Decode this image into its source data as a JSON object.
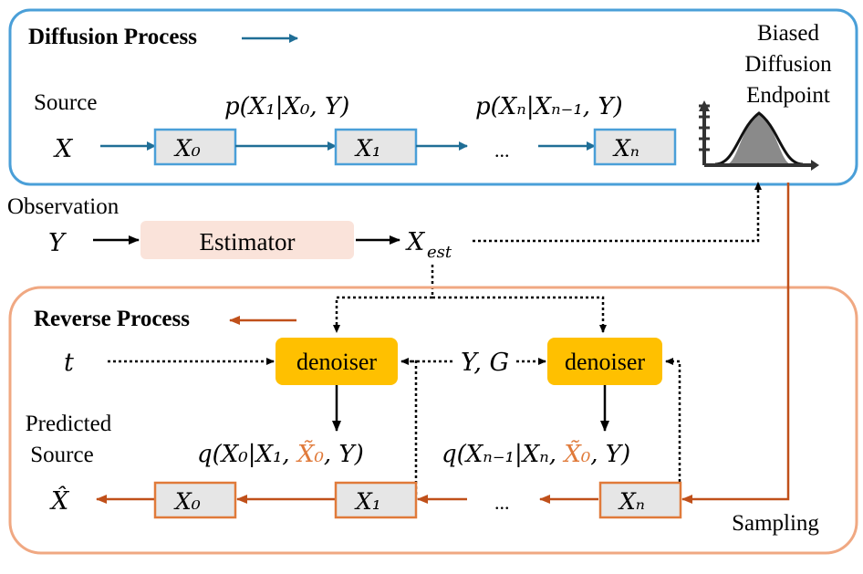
{
  "diffusion": {
    "title": "Diffusion Process",
    "source_label": "Source",
    "x_symbol": "X",
    "trans1_expr": "p(X₁|X₀, Y)",
    "transn_expr": "p(Xₙ|Xₙ₋₁, Y)",
    "box_x0": "X₀",
    "box_x1": "X₁",
    "box_xn": "Xₙ",
    "ellipsis": "...",
    "endpoint_line1": "Biased",
    "endpoint_line2": "Diffusion",
    "endpoint_line3": "Endpoint"
  },
  "observation": {
    "label": "Observation",
    "y_symbol": "Y",
    "estimator_label": "Estimator",
    "xest_symbol": "X_est"
  },
  "reverse": {
    "title": "Reverse Process",
    "t_symbol": "t",
    "denoiser1": "denoiser",
    "denoiser2": "denoiser",
    "yg_label": "Y, G",
    "predicted_line1": "Predicted",
    "predicted_line2": "Source",
    "xhat_symbol": "X̂",
    "q1_pre": "q(X₀|X₁, ",
    "q1_tilde": "X̃₀",
    "q1_post": ", Y)",
    "qn_pre": "q(Xₙ₋₁|Xₙ, ",
    "qn_tilde": "X̃₀",
    "qn_post": ", Y)",
    "box_x0": "X₀",
    "box_x1": "X₁",
    "box_xn": "Xₙ",
    "ellipsis": "...",
    "sampling_label": "Sampling"
  },
  "colors": {
    "diffusion_frame": "#4a9fd8",
    "diffusion_arrow": "#1f6e96",
    "reverse_frame": "#f0a882",
    "reverse_arrow": "#c0501a",
    "highlight_tilde": "#e07a3a",
    "denoiser_fill": "#ffc000",
    "estimator_fill": "#fae3da"
  }
}
